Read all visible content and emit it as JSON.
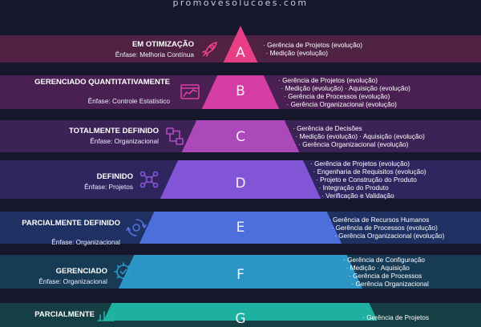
{
  "site": "promovesolucoes.com",
  "levels": [
    {
      "letter": "A",
      "title": "EM OTIMIZAÇÃO",
      "emphasis": "Ênfase: Melhoria Contínua",
      "icon": "rocket-icon",
      "items": [
        "Gerência de Projetos (evolução)",
        "Medição (evolução)"
      ],
      "band_color": "#4f2244",
      "pyramid_color": "#f0408a"
    },
    {
      "letter": "B",
      "title": "GERENCIADO QUANTITATIVAMENTE",
      "emphasis": "Ênfase: Controle Estatístico",
      "icon": "dashboard-icon",
      "items": [
        "Gerência de Projetos (evolução)",
        "Medição (evolução) · Aquisição (evolução)",
        "Gerência de Processos (evolução)",
        "Gerência Organizacional (evolução)"
      ],
      "band_color": "#4a2052",
      "pyramid_color": "#db3fa8"
    },
    {
      "letter": "C",
      "title": "TOTALMENTE DEFINIDO",
      "emphasis": "Ênfase: Organizacional",
      "icon": "flowchart-icon",
      "items": [
        "Gerência de Decisões",
        "Medição (evolução) · Aquisição (evolução)",
        "Gerência Organizacional (evolução)"
      ],
      "band_color": "#3d2257",
      "pyramid_color": "#b24cc0"
    },
    {
      "letter": "D",
      "title": "DEFINIDO",
      "emphasis": "Ênfase: Projetos",
      "icon": "network-gear-icon",
      "items": [
        "Gerência de Projetos (evolução)",
        "Engenharia de Requisitos (evolução)",
        "Projeto e Construção do Produto",
        "Integração do Produto",
        "Verificação e Validação"
      ],
      "band_color": "#2f2660",
      "pyramid_color": "#8657db"
    },
    {
      "letter": "E",
      "title": "PARCIALMENTE DEFINIDO",
      "emphasis": "Ênfase: Organizacional",
      "icon": "gear-cycle-icon",
      "items": [
        "Gerência de Recursos Humanos",
        "Gerência de Processos (evolução)",
        "Gerência Organizacional (evolução)"
      ],
      "band_color": "#1f3063",
      "pyramid_color": "#4f73e3"
    },
    {
      "letter": "F",
      "title": "GERENCIADO",
      "emphasis": "Ênfase: Organizacional",
      "icon": "gear-check-icon",
      "items": [
        "Gerência de Configuração",
        "Medição · Aquisição",
        "Gerência de Processos",
        "Gerência Organizacional"
      ],
      "band_color": "#173a55",
      "pyramid_color": "#2c9bcc"
    },
    {
      "letter": "G",
      "title": "PARCIALMENTE",
      "emphasis": "",
      "icon": "chart-icon",
      "items": [
        "Gerência de Projetos"
      ],
      "band_color": "#153f45",
      "pyramid_color": "#1fb6a6"
    }
  ]
}
